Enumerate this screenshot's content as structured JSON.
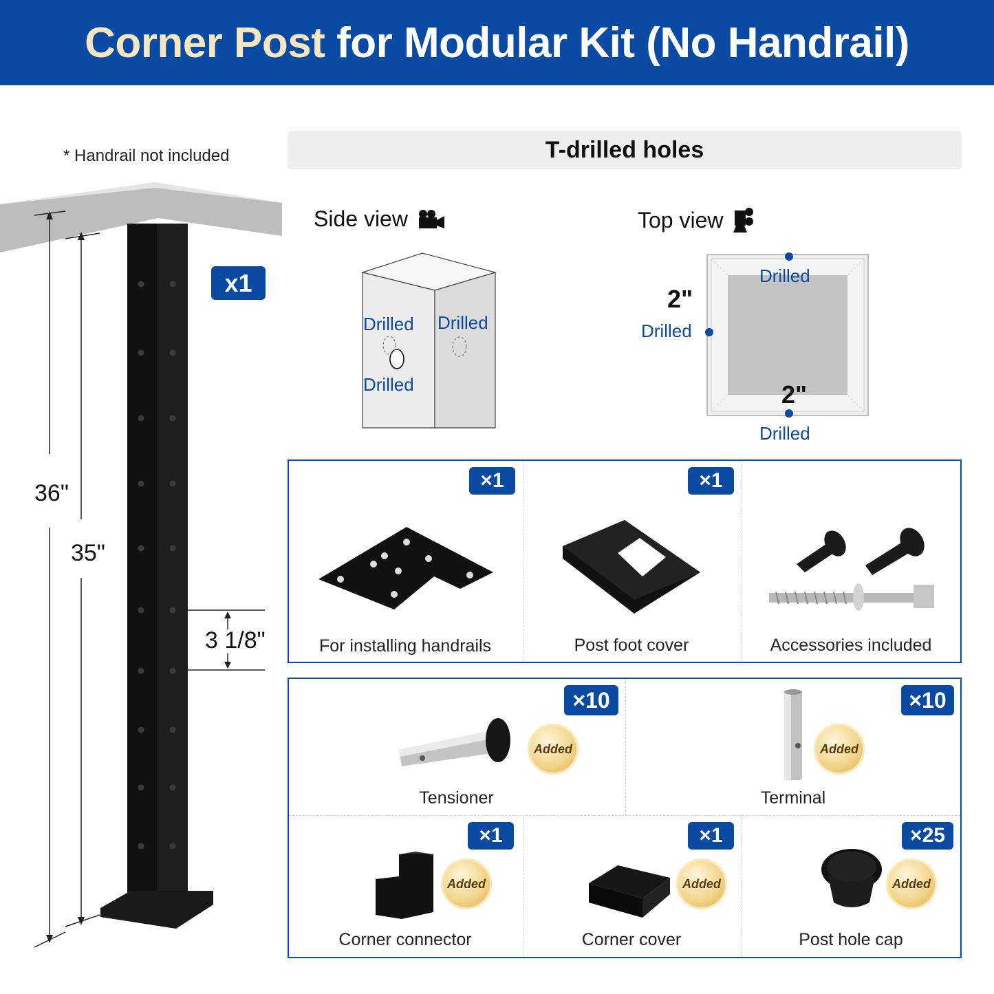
{
  "header": {
    "title_accent": "Corner Post",
    "title_rest": "for Modular Kit (No Handrail)"
  },
  "note": "* Handrail not included",
  "post": {
    "quantity": "x1",
    "height_total": "36\"",
    "height_post": "35\"",
    "hole_spacing": "3 1/8\""
  },
  "holes_section": {
    "title": "T-drilled holes",
    "side_view": {
      "label": "Side view",
      "drilled_label": "Drilled"
    },
    "top_view": {
      "label": "Top view",
      "drilled_label": "Drilled",
      "offset": "2\""
    }
  },
  "accessories": [
    {
      "label": "For installing handrails",
      "qty": "×1"
    },
    {
      "label": "Post foot cover",
      "qty": "×1"
    },
    {
      "label": "Accessories included",
      "qty": ""
    }
  ],
  "added_parts": [
    {
      "label": "Tensioner",
      "qty": "×10",
      "seal": "Added"
    },
    {
      "label": "Terminal",
      "qty": "×10",
      "seal": "Added"
    },
    {
      "label": "Corner connector",
      "qty": "×1",
      "seal": "Added"
    },
    {
      "label": "Corner cover",
      "qty": "×1",
      "seal": "Added"
    },
    {
      "label": "Post hole cap",
      "qty": "×25",
      "seal": "Added"
    }
  ],
  "colors": {
    "brand": "#0b4aa2",
    "accent": "#f7e7c0",
    "post": "#111111"
  }
}
